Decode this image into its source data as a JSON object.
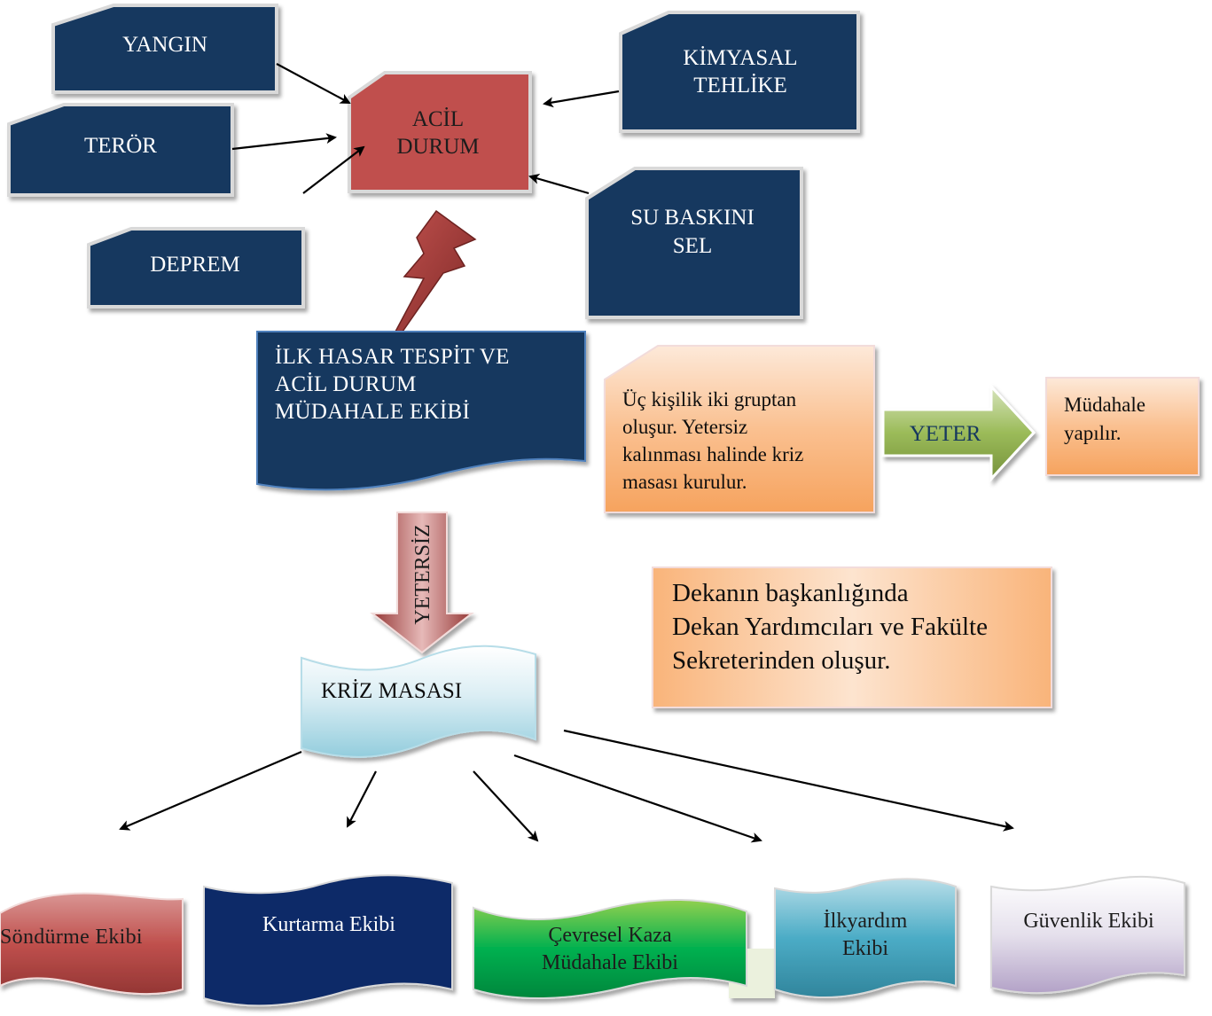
{
  "hazards": {
    "yangin": "YANGIN",
    "teror": "TERÖR",
    "deprem": "DEPREM",
    "kimyasal_l1": "KİMYASAL",
    "kimyasal_l2": "TEHLİKE",
    "su_l1": "SU BASKINI",
    "su_l2": "SEL"
  },
  "acil_durum": {
    "l1": "ACİL",
    "l2": "DURUM"
  },
  "ilk_hasar": {
    "l1": "İLK HASAR TESPİT VE",
    "l2": "ACİL DURUM",
    "l3": "MÜDAHALE EKİBİ"
  },
  "info_group": {
    "l1": "Üç kişilik iki gruptan",
    "l2": "oluşur. Yetersiz",
    "l3": "kalınması halinde kriz",
    "l4": "masası kurulur."
  },
  "yeter_label": "YETER",
  "mudahale": {
    "l1": "Müdahale",
    "l2": "yapılır."
  },
  "yetersiz_label": "YETERSİZ",
  "dekan_info": {
    "l1": "Dekanın başkanlığında",
    "l2": "Dekan Yardımcıları ve Fakülte",
    "l3": "Sekreterinden oluşur."
  },
  "kriz_masasi": "KRİZ MASASI",
  "teams": {
    "sondurme": "Söndürme Ekibi",
    "kurtarma": "Kurtarma Ekibi",
    "cevresel_l1": "Çevresel Kaza",
    "cevresel_l2": "Müdahale Ekibi",
    "ilkyardim_l1": "İlkyardım",
    "ilkyardim_l2": "Ekibi",
    "guvenlik": "Güvenlik Ekibi"
  },
  "colors": {
    "navy": "#17375e",
    "red": "#c0504d",
    "orange": "#fac090",
    "green": "#9bbb59",
    "light_blue": "#b7dde8",
    "teal": "#4bacc6",
    "bright_green": "#00b050",
    "lavender": "#b3a2c7"
  }
}
